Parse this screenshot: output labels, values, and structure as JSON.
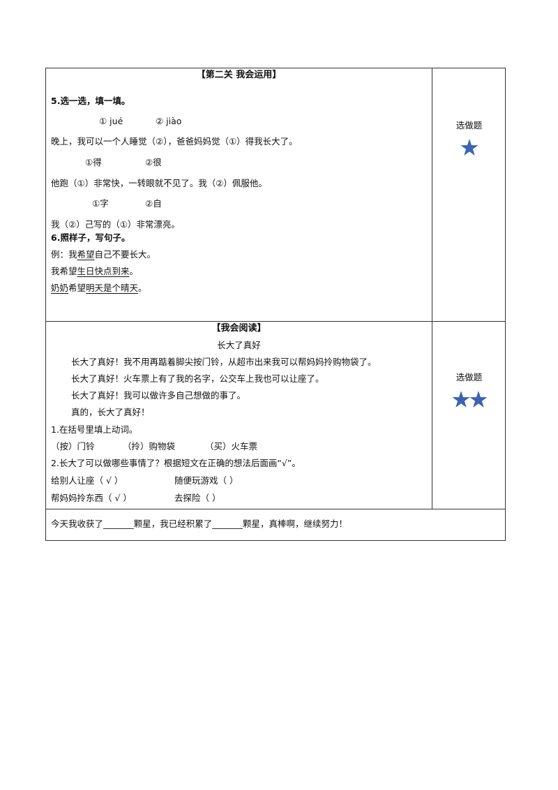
{
  "section2": {
    "title": "【第二关  我会运用】",
    "q5": {
      "heading": "5.选一选，填一填。",
      "opt1": "① jué",
      "opt2": "② jiào",
      "line1": "晚上，我可以一个人睡觉（②），爸爸妈妈觉（①）得我长大了。",
      "opt3": "①得",
      "opt4": "②很",
      "line2": "他跑（①）非常快，一转眼就不见了。我（②）佩服他。",
      "opt5": "①字",
      "opt6": "②自",
      "line3": "我（②）己写的（①）非常漂亮。"
    },
    "q6": {
      "heading": "6.照样子，写句子。",
      "example": {
        "prefix": "例：我",
        "underlined": "希望",
        "suffix": "自己不要长大。"
      },
      "answer1": {
        "prefix": "我希望",
        "underlined": "生日快点到来",
        "suffix": "。"
      },
      "answer2": {
        "underlined1": "奶奶",
        "middle": "希望",
        "underlined2": "明天是个晴天",
        "suffix": "。"
      }
    },
    "side_label": "选做题"
  },
  "section3": {
    "title": "【我会阅读】",
    "story_title": "长大了真好",
    "p1": "长大了真好！我不用再踮着脚尖按门铃，从超市出来我可以帮妈妈拎购物袋了。",
    "p2": "长大了真好！火车票上有了我的名字，公交车上我也可以让座了。",
    "p3": "长大了真好！我可以做许多自己想做的事了。",
    "p4": "真的，长大了真好！",
    "q1": "1.在括号里填上动词。",
    "q1_a": "（按）门铃",
    "q1_b": "（拎）购物袋",
    "q1_c": "（买）火车票",
    "q2": "2.长大了可以做哪些事情了？根据短文在正确的想法后面画“√”。",
    "q2_a": "给别人让座（  √  ）",
    "q2_b": "随便玩游戏（      ）",
    "q2_c": "帮妈妈拎东西（  √   ）",
    "q2_d": "去探险（      ）",
    "side_label": "选做题"
  },
  "footer": {
    "text": "今天我收获了_______颗星，我已经积累了_______颗星，真棒啊，继续努力！"
  },
  "colors": {
    "star": "#3c63b0",
    "border": "#333333"
  },
  "icons": {
    "rating": "star-icon"
  }
}
